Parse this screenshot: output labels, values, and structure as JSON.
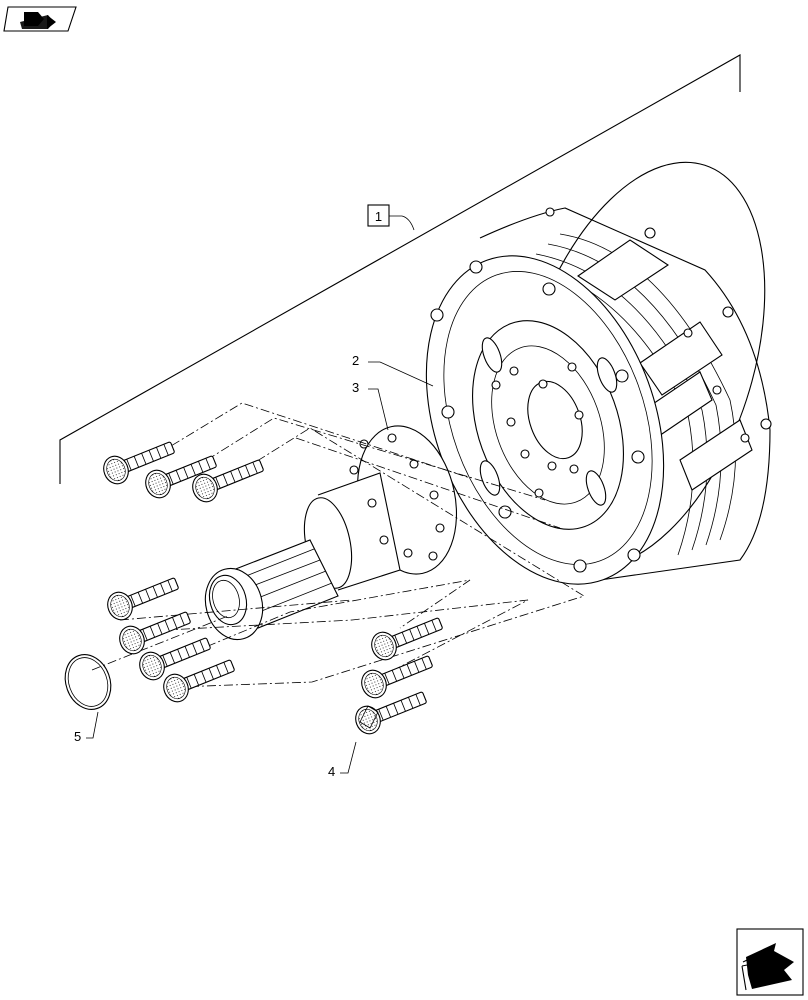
{
  "callouts": {
    "assembly": "1",
    "item2": "2",
    "item3": "3",
    "item4": "4",
    "item5": "5"
  },
  "icons": {
    "top_left": "book-arrow-icon",
    "bottom_right": "next-page-arrow-icon"
  },
  "colors": {
    "line": "#000000",
    "background": "#ffffff"
  }
}
